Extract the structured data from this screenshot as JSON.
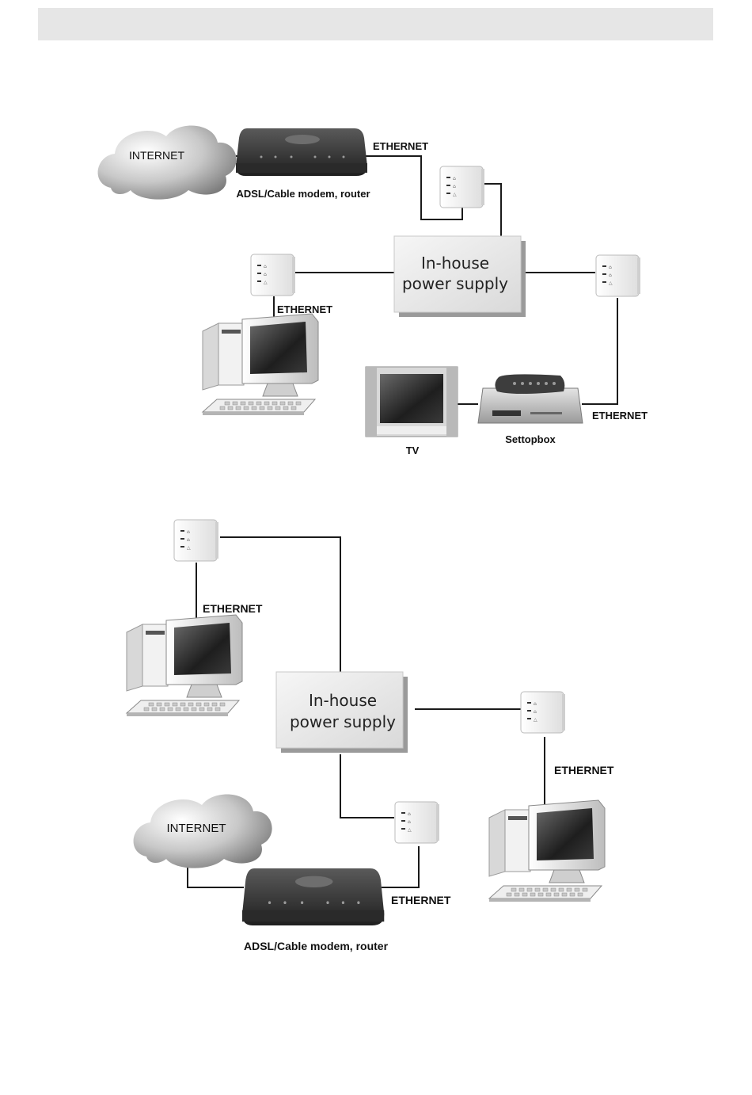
{
  "header": {
    "text": ""
  },
  "diagram1": {
    "internet_label": "INTERNET",
    "modem_label": "ADSL/Cable modem, router",
    "ethernet_modem": "ETHERNET",
    "psu_line1": "In-house",
    "psu_line2": "power supply",
    "ethernet_pc": "ETHERNET",
    "ethernet_stb": "ETHERNET",
    "tv_label": "TV",
    "stb_label": "Settopbox"
  },
  "diagram2": {
    "ethernet_pc_top": "ETHERNET",
    "psu_line1": "In-house",
    "psu_line2": "power supply",
    "ethernet_pc_right": "ETHERNET",
    "internet_label": "INTERNET",
    "ethernet_modem": "ETHERNET",
    "modem_label": "ADSL/Cable modem, router"
  },
  "colors": {
    "line": "#1a1a1a",
    "adapter": "#f4f4f4",
    "psu": "#e8e8e8",
    "modem": "#3a3a3a"
  },
  "icons": [
    "cloud-icon",
    "modem-icon",
    "powerline-adapter-icon",
    "computer-icon",
    "tv-icon",
    "settopbox-icon",
    "remote-icon"
  ]
}
